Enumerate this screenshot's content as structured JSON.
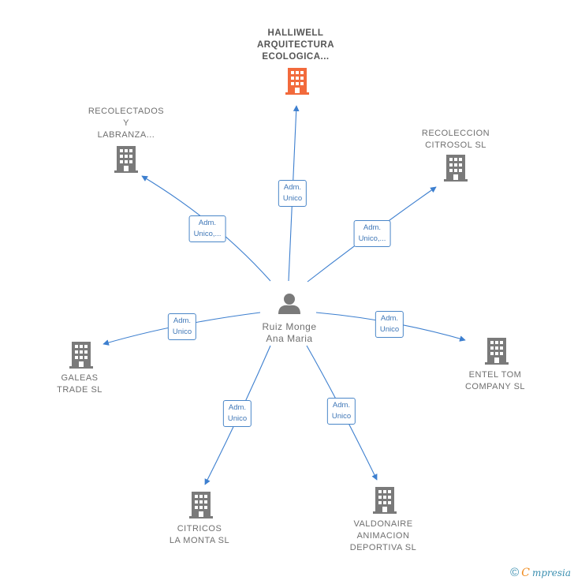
{
  "center": {
    "name_lines": [
      "Ruiz Monge",
      "Ana Maria"
    ],
    "icon": "person-icon"
  },
  "companies": [
    {
      "id": "halliwell",
      "lines": [
        "HALLIWELL",
        "ARQUITECTURA",
        "ECOLOGICA..."
      ],
      "highlight": true,
      "relation_lines": [
        "Adm.",
        "Unico"
      ]
    },
    {
      "id": "recolectados",
      "lines": [
        "RECOLECTADOS",
        "Y",
        "LABRANZA..."
      ],
      "highlight": false,
      "relation_lines": [
        "Adm.",
        "Unico,..."
      ]
    },
    {
      "id": "recoleccion",
      "lines": [
        "RECOLECCION",
        "CITROSOL  SL"
      ],
      "highlight": false,
      "relation_lines": [
        "Adm.",
        "Unico,..."
      ]
    },
    {
      "id": "galeas",
      "lines": [
        "GALEAS",
        "TRADE  SL"
      ],
      "highlight": false,
      "relation_lines": [
        "Adm.",
        "Unico"
      ]
    },
    {
      "id": "entel",
      "lines": [
        "ENTEL TOM",
        "COMPANY  SL"
      ],
      "highlight": false,
      "relation_lines": [
        "Adm.",
        "Unico"
      ]
    },
    {
      "id": "citricos",
      "lines": [
        "CITRICOS",
        "LA MONTA  SL"
      ],
      "highlight": false,
      "relation_lines": [
        "Adm.",
        "Unico"
      ]
    },
    {
      "id": "valdonaire",
      "lines": [
        "VALDONAIRE",
        "ANIMACION",
        "DEPORTIVA  SL"
      ],
      "highlight": false,
      "relation_lines": [
        "Adm.",
        "Unico"
      ]
    }
  ],
  "colors": {
    "edge": "#3d7fcf",
    "building": "#7a7a7a",
    "building_highlight": "#f26a3c",
    "person": "#7a7a7a"
  },
  "footer": {
    "copyright": "©",
    "brand_initial": "C",
    "brand_rest": "mpresia"
  }
}
